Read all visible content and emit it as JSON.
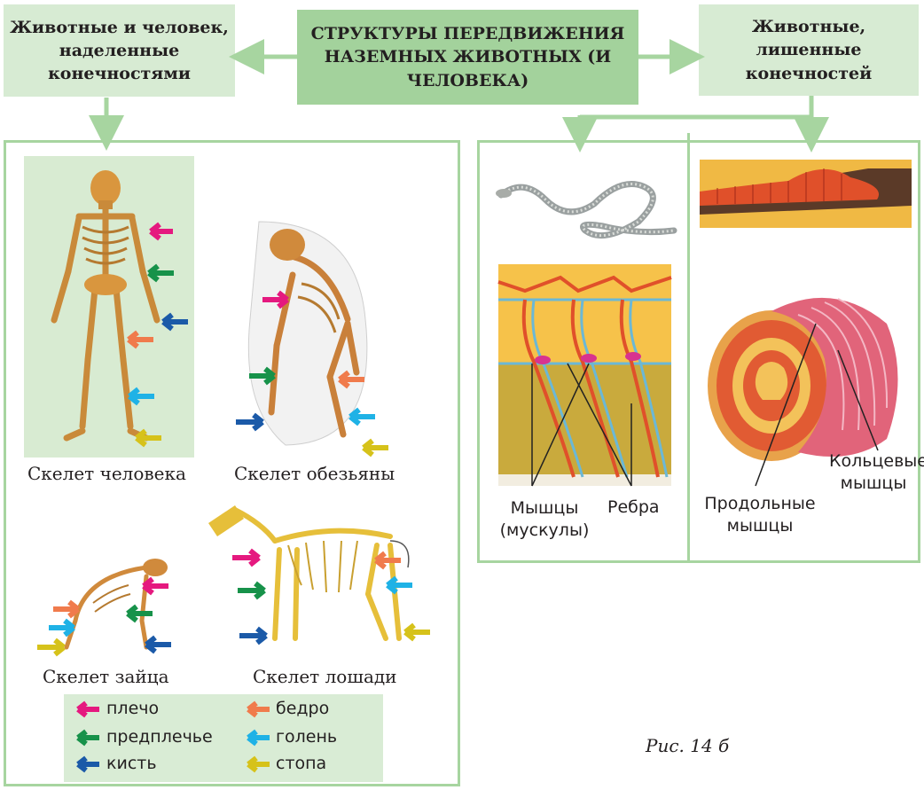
{
  "headers": {
    "center": "СТРУКТУРЫ ПЕРЕДВИЖЕНИЯ НАЗЕМНЫХ ЖИВОТНЫХ (И ЧЕЛОВЕКА)",
    "left": "Животные и человек, наделенные конечностями",
    "right": "Животные, лишенные конечностей"
  },
  "skeletons": {
    "human": "Скелет человека",
    "monkey": "Скелет обезьяны",
    "hare": "Скелет зайца",
    "horse": "Скелет лошади"
  },
  "legend": {
    "shoulder": "плечо",
    "forearm": "предплечье",
    "hand": "кисть",
    "thigh": "бедро",
    "shin": "голень",
    "foot": "стопа"
  },
  "snake": {
    "muscles": "Мышцы (мускулы)",
    "ribs": "Ребра"
  },
  "worm": {
    "circular": "Кольцевые мышцы",
    "longitudinal": "Продольные мышцы"
  },
  "figure_caption": "Рис. 14 б",
  "colors": {
    "shoulder": "#e5197f",
    "forearm": "#17924a",
    "hand": "#1b5aa8",
    "thigh": "#f07b4c",
    "shin": "#1fb2e6",
    "foot": "#d6c21a",
    "frame": "#a7d5a0",
    "header_light": "#d7ebd3",
    "header_dark": "#a3d29c"
  }
}
